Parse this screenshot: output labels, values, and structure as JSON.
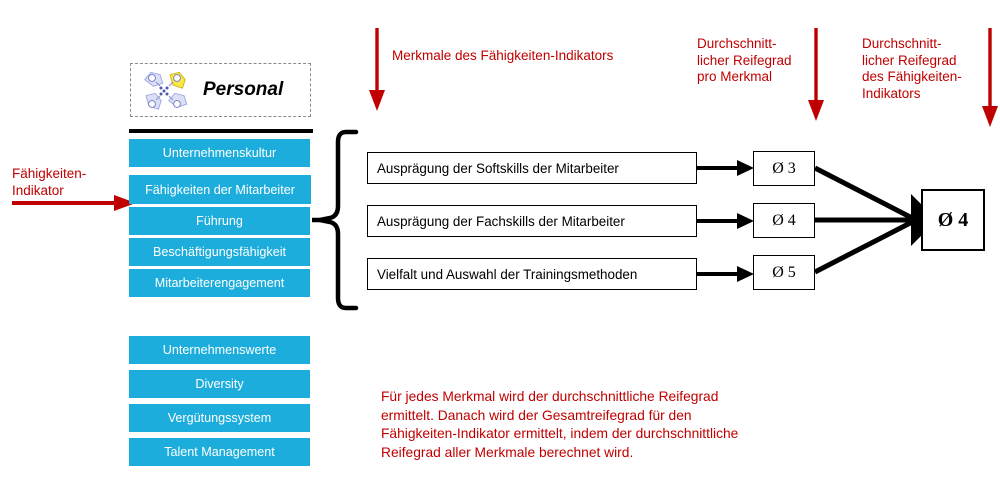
{
  "colors": {
    "accent_cyan": "#1CADDC",
    "annotation_red": "#C00000",
    "outline_black": "#000000",
    "dashed_gray": "#8A8A8A"
  },
  "annotations": {
    "left_label": "Fähigkeiten-\nIndikator",
    "top_center_label": "Merkmale des Fähigkeiten-Indikators",
    "top_right_label": "Durchschnitt-\nlicher Reifegrad\npro Merkmal",
    "top_far_right_label": "Durchschnitt-\nlicher Reifegrad\ndes Fähigkeiten-\nIndikators",
    "footnote": "Für jedes Merkmal wird der durchschnittliche Reifegrad\nermittelt. Danach wird der Gesamtreifegrad für den\nFähigkeiten-Indikator ermittelt, indem der durchschnittliche\nReifegrad aller Merkmale berechnet wird."
  },
  "sidebar": {
    "header": {
      "title": "Personal",
      "icon": "pinwheel-tags-icon"
    },
    "group_one": [
      {
        "label": "Unternehmenskultur",
        "highlighted": false
      },
      {
        "label": "Fähigkeiten der Mitarbeiter",
        "highlighted": true
      },
      {
        "label": "Führung",
        "highlighted": false
      },
      {
        "label": "Beschäftigungsfähigkeit",
        "highlighted": false
      },
      {
        "label": "Mitarbeiterengagement",
        "highlighted": false
      }
    ],
    "group_two": [
      {
        "label": "Unternehmenswerte",
        "highlighted": false
      },
      {
        "label": "Diversity",
        "highlighted": false
      },
      {
        "label": "Vergütungssystem",
        "highlighted": false
      },
      {
        "label": "Talent Management",
        "highlighted": false
      }
    ]
  },
  "merkmale": [
    {
      "label": "Ausprägung der Softskills der Mitarbeiter",
      "average": "Ø 3"
    },
    {
      "label": "Ausprägung der Fachskills der Mitarbeiter",
      "average": "Ø 4"
    },
    {
      "label": "Vielfalt und Auswahl der Trainingsmethoden",
      "average": "Ø 5"
    }
  ],
  "total": {
    "value": "Ø 4"
  }
}
